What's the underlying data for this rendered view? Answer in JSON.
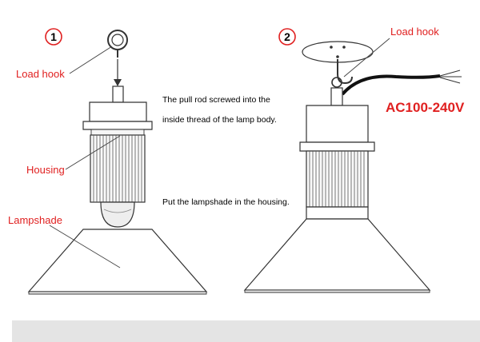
{
  "steps": [
    {
      "number": "1",
      "labels": {
        "load_hook": "Load hook",
        "housing": "Housing",
        "lampshade": "Lampshade"
      },
      "notes": {
        "pull_rod_line1": "The pull rod  screwed into the",
        "pull_rod_line2": "inside thread of the lamp body.",
        "lampshade": "Put the lampshade in the housing."
      }
    },
    {
      "number": "2",
      "labels": {
        "load_hook": "Load hook",
        "voltage": "AC100-240V"
      }
    }
  ],
  "colors": {
    "label_red": "#e02020",
    "line": "#333333",
    "band_gray": "#e4e4e4"
  }
}
